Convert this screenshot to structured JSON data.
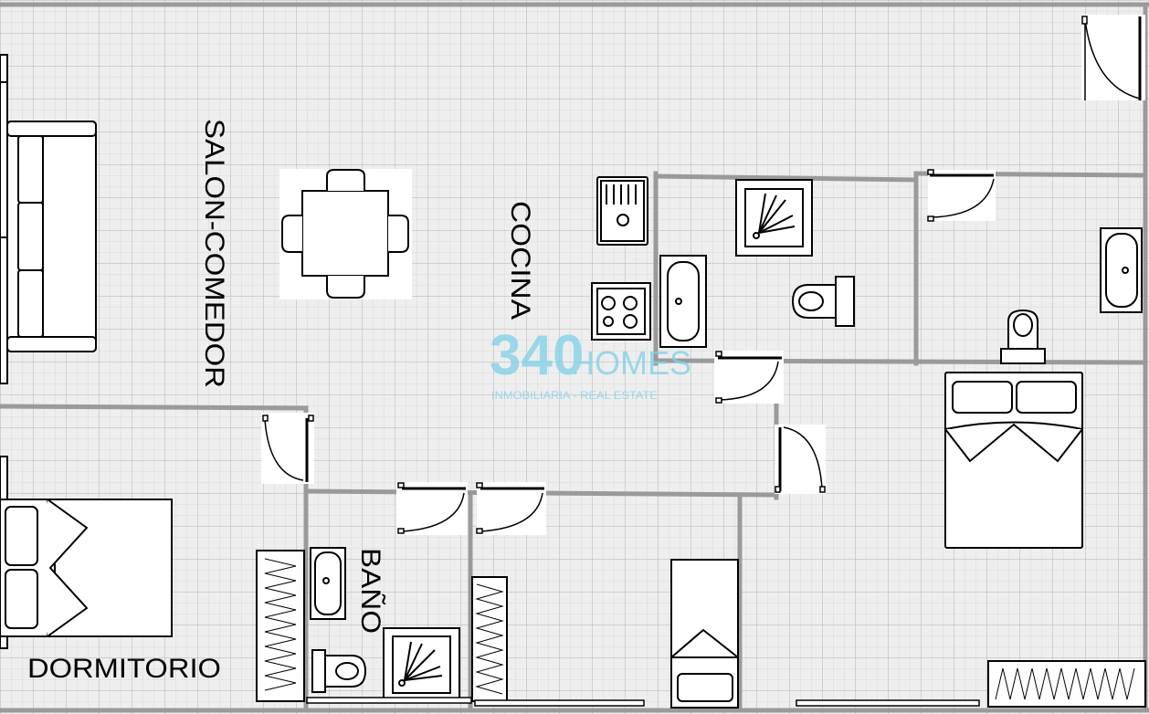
{
  "plan": {
    "colors": {
      "background": "#eeeeee",
      "grid_minor": "#d9d9d9",
      "grid_major": "#c4c4c4",
      "wall": "#9a9a9a",
      "furniture_stroke": "#000000",
      "furniture_fill": "#ffffff",
      "watermark": "#7fd0e6"
    },
    "rooms": [
      {
        "id": "salon",
        "label": "SALON-COMEDOR"
      },
      {
        "id": "cocina",
        "label": "COCINA"
      },
      {
        "id": "bano",
        "label": "BAÑO"
      },
      {
        "id": "dormitorio",
        "label": "DORMITORIO"
      }
    ],
    "watermark": {
      "logo_number": "340",
      "brand": "HOMES",
      "tagline": "INMOBILIARIA - REAL ESTATE"
    },
    "icons": [
      "sofa-icon",
      "dining-table-icon",
      "kitchen-sink-icon",
      "cooktop-icon",
      "bathtub-icon",
      "shower-icon",
      "toilet-icon",
      "double-bed-icon",
      "single-bed-icon",
      "wardrobe-icon",
      "door-swing-icon",
      "window-icon"
    ]
  }
}
